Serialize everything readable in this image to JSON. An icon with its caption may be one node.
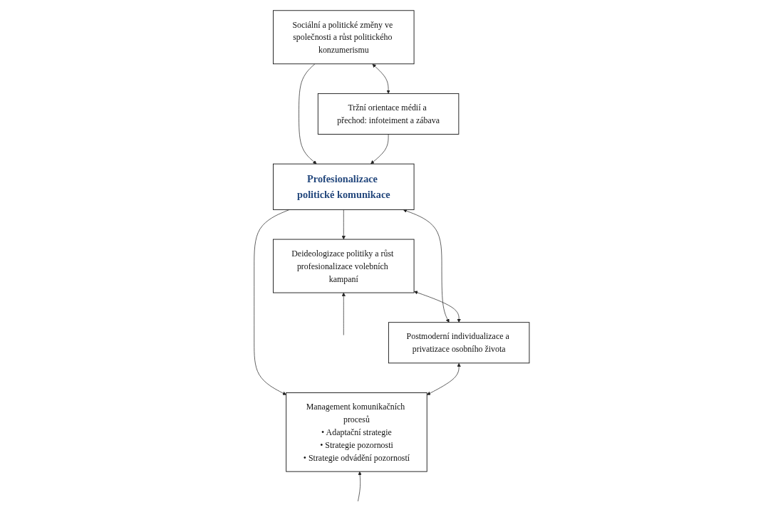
{
  "diagram": {
    "nodes": [
      {
        "text": [
          "Sociální a politické změny ve společnosti a růst politického konzumerismu"
        ]
      },
      {
        "text": [
          "Tržní orientace médií a přechod: infoteiment a zábava"
        ]
      },
      {
        "text": [
          "Profesionalizace politické komunikace"
        ]
      },
      {
        "text": [
          "Deideologizace politiky a růst profesionalizace volebních kampaní"
        ]
      },
      {
        "text": [
          "Postmoderní individualizace a privatizace osobního života"
        ]
      },
      {
        "text": [
          "Management komunikačních procesů",
          "• Adaptační strategie",
          "• Strategie pozornosti",
          "• Strategie odvádění pozorností"
        ]
      }
    ],
    "edges": [
      {
        "from": 0,
        "to": 1,
        "arrow": "both"
      },
      {
        "from": 0,
        "to": 2,
        "arrow": "to"
      },
      {
        "from": 1,
        "to": 2,
        "arrow": "to"
      },
      {
        "from": 2,
        "to": 3,
        "arrow": "to"
      },
      {
        "from": 2,
        "to": 4,
        "arrow": "both"
      },
      {
        "from": 2,
        "to": 5,
        "arrow": "to"
      },
      {
        "from": 3,
        "to": 4,
        "arrow": "both"
      },
      {
        "from": 4,
        "to": 5,
        "arrow": "both"
      },
      {
        "from": null,
        "to": 3,
        "arrow": "to"
      },
      {
        "from": null,
        "to": 5,
        "arrow": "to"
      }
    ]
  }
}
